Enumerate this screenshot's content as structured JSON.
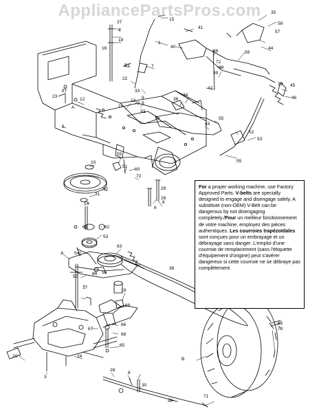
{
  "watermark": "AppliancePartsPros.com",
  "note": {
    "en_lead": "For",
    "en_1": " a proper working machine, use Factory Approved Parts. ",
    "en_vbelts": "V-belts",
    "en_2": " are specially designed to engage and disengage safely. A substitute (non-OEM) V-Belt can be dangerous by not disengaging completely./",
    "fr_lead": "Pour",
    "fr_1": " un meilleur fonctionnement de votre machine, employez des pièces authentiques. ",
    "fr_courroies": "Les courroies trapézoïdales",
    "fr_2": " sont conçues pour un embrayage et un débrayage sans danger. L'emploi d'une courroie de remplacement (sans l'étiquette d'équipement d'origine) peut s'avérer dangereux si cette courroie ne se débraye pas complètement."
  },
  "callouts": [
    {
      "t": "35"
    },
    {
      "t": "58"
    },
    {
      "t": "57"
    },
    {
      "t": "44"
    },
    {
      "t": "59"
    },
    {
      "t": "41"
    },
    {
      "t": "40"
    },
    {
      "t": "48"
    },
    {
      "t": "72"
    },
    {
      "t": "49"
    },
    {
      "t": "39"
    },
    {
      "t": "15"
    },
    {
      "t": "13"
    },
    {
      "t": "45"
    },
    {
      "t": "46"
    },
    {
      "t": "42"
    },
    {
      "t": "34"
    },
    {
      "t": "36"
    },
    {
      "t": "55"
    },
    {
      "t": "43"
    },
    {
      "t": "52"
    },
    {
      "t": "53"
    },
    {
      "t": "55"
    },
    {
      "t": "37"
    },
    {
      "t": "4"
    },
    {
      "t": "18"
    },
    {
      "t": "16"
    },
    {
      "t": "1"
    },
    {
      "t": "2"
    },
    {
      "t": "7"
    },
    {
      "t": "22"
    },
    {
      "t": "33"
    },
    {
      "t": "27"
    },
    {
      "t": "9"
    },
    {
      "t": "9"
    },
    {
      "t": "72"
    },
    {
      "t": "73"
    },
    {
      "t": "12"
    },
    {
      "t": "23"
    },
    {
      "t": "A"
    },
    {
      "t": "5"
    },
    {
      "t": "55"
    },
    {
      "t": "51"
    },
    {
      "t": "60"
    },
    {
      "t": "72"
    },
    {
      "t": "29"
    },
    {
      "t": "29"
    },
    {
      "t": "6"
    },
    {
      "t": "6"
    },
    {
      "t": "10"
    },
    {
      "t": "32"
    },
    {
      "t": "31"
    },
    {
      "t": "14"
    },
    {
      "t": "61"
    },
    {
      "t": "62"
    },
    {
      "t": "53"
    },
    {
      "t": "63"
    },
    {
      "t": "54*"
    },
    {
      "t": "A"
    },
    {
      "t": "56"
    },
    {
      "t": "38"
    },
    {
      "t": "50"
    },
    {
      "t": "64"
    },
    {
      "t": "17"
    },
    {
      "t": "19"
    },
    {
      "t": "69"
    },
    {
      "t": "66"
    },
    {
      "t": "68"
    },
    {
      "t": "67"
    },
    {
      "t": "65"
    },
    {
      "t": "65"
    },
    {
      "t": "70"
    },
    {
      "t": "B"
    },
    {
      "t": "71"
    },
    {
      "t": "20"
    },
    {
      "t": "3"
    },
    {
      "t": "24"
    },
    {
      "t": "28"
    },
    {
      "t": "8"
    },
    {
      "t": "30"
    },
    {
      "t": "26"
    },
    {
      "t": "12"
    },
    {
      "t": "11"
    },
    {
      "t": "21"
    }
  ]
}
